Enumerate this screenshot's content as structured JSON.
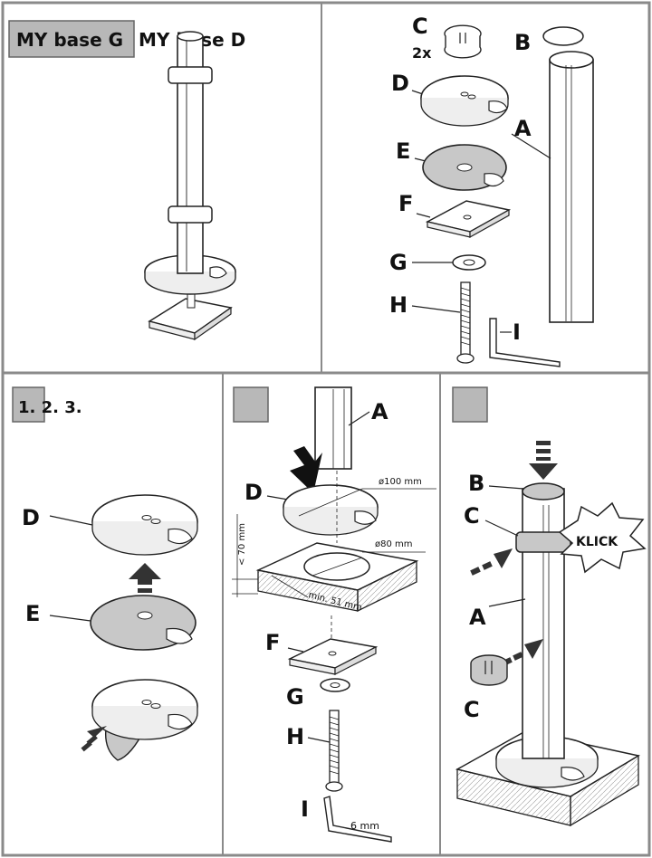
{
  "panels": {
    "top_left": {
      "product_g": "MY base G",
      "product_d": "MY base D"
    },
    "top_right": {
      "labels": {
        "a": "A",
        "b": "B",
        "c": "C",
        "c_qty": "2x",
        "d": "D",
        "e": "E",
        "f": "F",
        "g": "G",
        "h": "H",
        "i": "I"
      }
    },
    "bottom_left": {
      "steps": "1. 2. 3.",
      "labels": {
        "d": "D",
        "e": "E"
      }
    },
    "bottom_middle": {
      "labels": {
        "a": "A",
        "d": "D",
        "f": "F",
        "g": "G",
        "h": "H",
        "i": "I"
      },
      "dims": {
        "d100": "ø100 mm",
        "d80": "ø80 mm",
        "max_thickness": "< 70 mm",
        "min_width": "min. 51 mm",
        "hex_key": "6 mm"
      }
    },
    "bottom_right": {
      "labels": {
        "a": "A",
        "b": "B",
        "c_top": "C",
        "c_bottom": "C"
      },
      "sound": "KLICK"
    }
  },
  "colors": {
    "frame": "#8a8a8a",
    "step_box": "#bdbdbd",
    "disc_grey": "#c8c8c8",
    "ink": "#111111"
  }
}
